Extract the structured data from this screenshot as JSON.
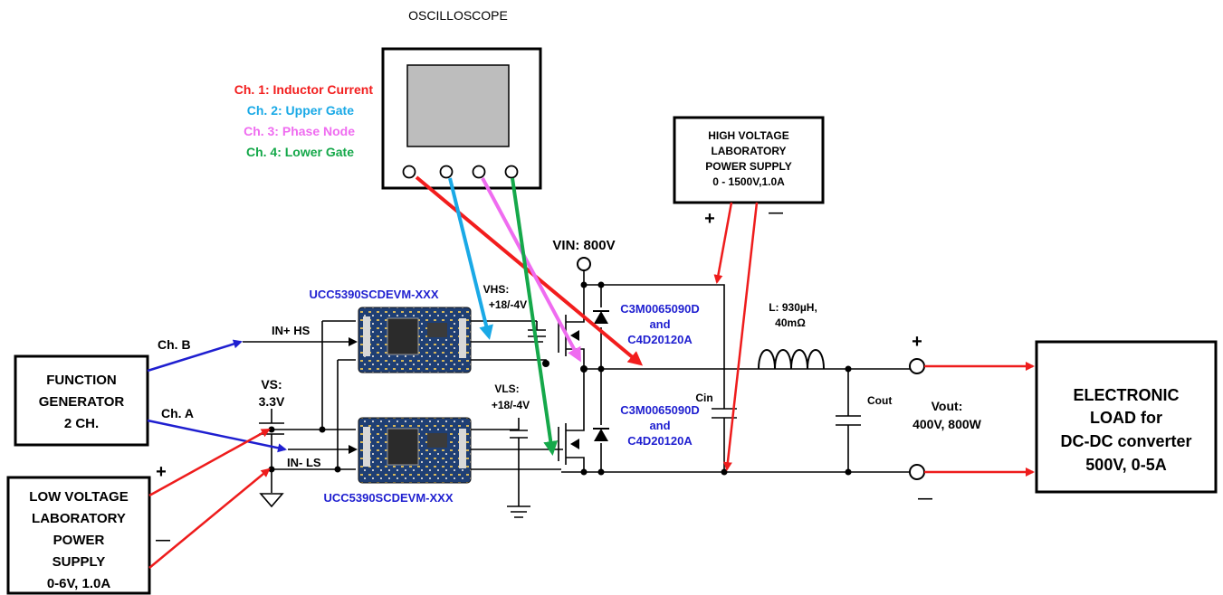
{
  "oscilloscope": {
    "title": "OSCILLOSCOPE",
    "channels": [
      {
        "label": "Ch. 1: Inductor Current",
        "color": "#f21d1d"
      },
      {
        "label": "Ch. 2: Upper Gate",
        "color": "#1aa9e6"
      },
      {
        "label": "Ch. 3: Phase Node",
        "color": "#ef6cf0"
      },
      {
        "label": "Ch. 4: Lower Gate",
        "color": "#15a84a"
      }
    ]
  },
  "hv_supply": {
    "lines": [
      "HIGH VOLTAGE",
      "LABORATORY",
      "POWER SUPPLY",
      "0 - 1500V,1.0A"
    ],
    "plus": "+",
    "minus": "—"
  },
  "function_generator": {
    "lines": [
      "FUNCTION",
      "GENERATOR",
      "2 CH."
    ],
    "ch_b": "Ch. B",
    "ch_a": "Ch. A"
  },
  "lv_supply": {
    "lines": [
      "LOW VOLTAGE",
      "LABORATORY",
      "POWER",
      "SUPPLY",
      "0-6V, 1.0A"
    ],
    "plus": "+",
    "minus": "—"
  },
  "electronic_load": {
    "lines": [
      "ELECTRONIC",
      "LOAD for",
      "DC-DC converter",
      "500V, 0-5A"
    ]
  },
  "evm_labels": {
    "top": "UCC5390SCDEVM-XXX",
    "bottom": "UCC5390SCDEVM-XXX"
  },
  "inputs": {
    "hs": "IN+ HS",
    "ls": "IN- LS"
  },
  "vs": {
    "name": "VS:",
    "value": "3.3V"
  },
  "vhs": {
    "name": "VHS:",
    "value": "+18/-4V"
  },
  "vls": {
    "name": "VLS:",
    "value": "+18/-4V"
  },
  "vin": "VIN: 800V",
  "upper_switch": {
    "part": "C3M0065090D",
    "and": "and",
    "diode": "C4D20120A"
  },
  "lower_switch": {
    "part": "C3M0065090D",
    "and": "and",
    "diode": "C4D20120A"
  },
  "inductor": {
    "name": "L: 930µH,",
    "esr": "40mΩ"
  },
  "cin": "Cin",
  "cout": "Cout",
  "vout": {
    "name": "Vout:",
    "value": "400V, 800W",
    "plus": "+",
    "minus": "—"
  },
  "colors": {
    "wire_blue": "#1f1fd0",
    "wire_red": "#ee1c1c",
    "label_blue": "#1f1fd0"
  }
}
